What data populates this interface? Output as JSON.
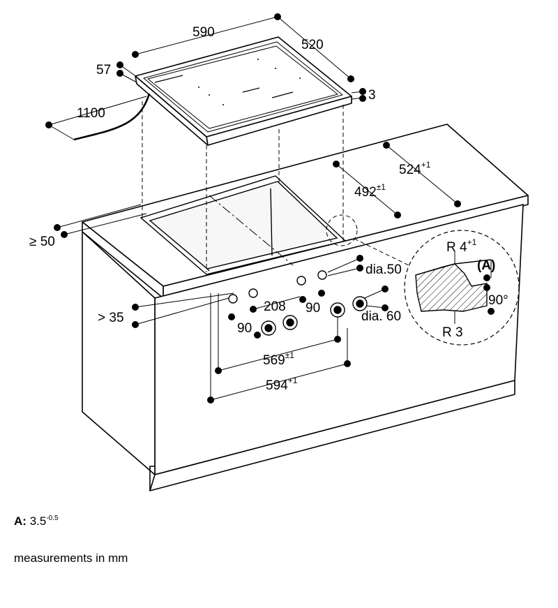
{
  "dimensions": {
    "width": "590",
    "depth": "520",
    "frame": "57",
    "thickness": "3",
    "cable": "1100",
    "cutout_depth_base": "524",
    "cutout_depth_tol": "+1",
    "inner_depth_base": "492",
    "inner_depth_tol": "±1",
    "edge": "≥ 50",
    "below": "> 35",
    "knob_span": "208",
    "angle_left": "90",
    "angle_right": "90",
    "hole_small": "dia.50",
    "hole_large": "dia. 60",
    "cutout_width_base": "569",
    "cutout_width_tol": "±1",
    "outer_width_base": "594",
    "outer_width_tol": "+1"
  },
  "detail": {
    "radius_top_base": "R 4",
    "radius_top_tol": "+1",
    "marker": "(A)",
    "angle": "90°",
    "radius_bottom": "R 3"
  },
  "notes": {
    "a_label": "A:",
    "a_value": "3.5",
    "a_tol": "-0.5",
    "units": "measurements in mm"
  }
}
